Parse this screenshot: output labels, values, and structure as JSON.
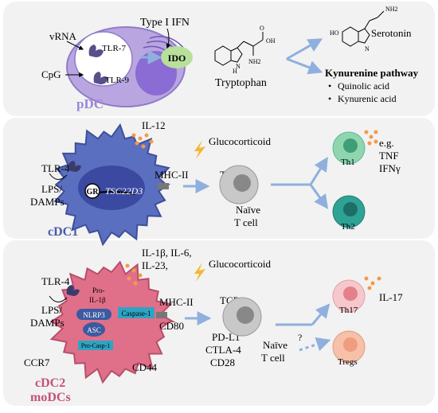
{
  "colors": {
    "panel_bg": "#f2f2f2",
    "pdc_fill": "#b9a6e0",
    "pdc_label": "#9a86d8",
    "cdc1_fill": "#5a6fbf",
    "cdc1_label": "#4a5aa8",
    "cdc2_fill": "#e0708a",
    "cdc2_label": "#c4527a",
    "arrow": "#8fb0dd",
    "ido_fill": "#b8e09a",
    "tcell_fill": "#c8c8c8",
    "th1_fill": "#8fd6b0",
    "th2_fill": "#2fa296",
    "th17_fill": "#f6c8cc",
    "treg_fill": "#f7c0a8",
    "cytokine_dot": "#f29a4a",
    "lightning": "#f4b731"
  },
  "icons": [
    "lightning-icon",
    "receptor-icon",
    "cytokine-dots-icon"
  ],
  "top": {
    "vrna": "vRNA",
    "cpg": "CpG",
    "tlr7": "TLR-7",
    "tlr9": "TLR-9",
    "type1ifn": "Type I IFN",
    "ido": "IDO",
    "tryptophan": "Tryptophan",
    "serotonin": "Serotonin",
    "kyn_title": "Kynurenine pathway",
    "kyn_items": [
      "Quinolic acid",
      "Kynurenic acid"
    ],
    "pdc": "pDC",
    "nh2": "NH2",
    "ho": "HO",
    "oh": "OH",
    "o": "O",
    "h": "H",
    "n": "N"
  },
  "middle": {
    "il12": "IL-12",
    "tlr4": "TLR-4",
    "lps": "LPS/",
    "damps": "DAMPs",
    "gr": "GR",
    "tsc": "TSC22D3",
    "glucocorticoid": "Glucocorticoid",
    "mhc2": "MHC-II",
    "tcr": "TCR",
    "naive1": "Naïve",
    "naive2": "T cell",
    "cdc1": "cDC1",
    "th1": "Th1",
    "th2": "Th2",
    "eg": "e.g.",
    "tnf": "TNF",
    "ifng": "IFNγ"
  },
  "bottom": {
    "il1b": "IL-1β, IL-6,",
    "il23": "IL-23,",
    "glucocorticoid": "Glucocorticoid",
    "tlr4": "TLR-4",
    "lps": "LPS/",
    "damps": "DAMPs",
    "pro1": "Pro-",
    "pro2": "IL-1β",
    "nlrp3": "NLRP3",
    "asc": "ASC",
    "casp1": "Caspase-1",
    "procasp": "Pro-Casp-1",
    "mhc2": "MHC-II",
    "cd80": "CD80",
    "tcr": "TCR",
    "pdl1": "PD-L1",
    "ctla4": "CTLA-4",
    "cd28": "CD28",
    "naive1": "Naïve",
    "naive2": "T cell",
    "ccr7": "CCR7",
    "cd44": "CD44",
    "cdc2": "cDC2",
    "modcs": "moDCs",
    "th17": "Th17",
    "tregs": "Tregs",
    "il17": "IL-17",
    "question": "?"
  }
}
